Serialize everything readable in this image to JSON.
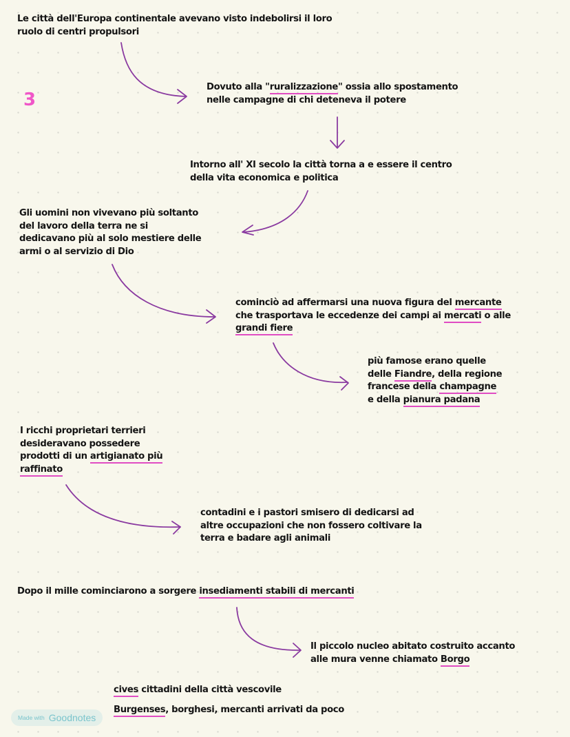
{
  "page": {
    "number": "3",
    "background": "#f8f7ec",
    "accent_underline": "#e04cc3",
    "arrow_color": "#8a3aa0",
    "page_number_color": "#f056c8"
  },
  "notes": {
    "n1": {
      "lines": [
        "Le città dell'Europa continentale avevano visto indebolirsi il loro",
        "ruolo di centri propulsori"
      ]
    },
    "n2": {
      "line1_pre": "Dovuto alla \"",
      "line1_hl": "ruralizzazione",
      "line1_post": "\" ossia allo spostamento",
      "line2": "nelle campagne di chi deteneva il potere"
    },
    "n3": {
      "lines": [
        "Intorno all' XI secolo la città torna a e essere il centro",
        "della vita economica e politica"
      ]
    },
    "n4": {
      "lines": [
        "Gli uomini non vivevano più soltanto",
        "del lavoro della terra ne si",
        "dedicavano più al solo mestiere delle",
        "armi o al servizio di Dio"
      ]
    },
    "n5": {
      "line1_pre": "cominciò ad affermarsi una nuova figura del ",
      "line1_hl": "mercante",
      "line2_pre": "che trasportava le eccedenze dei campi ai ",
      "line2_hl": "mercati",
      "line2_post": " o alle",
      "line3_hl": "grandi fiere"
    },
    "n6": {
      "line1": "più famose erano quelle",
      "line2_pre": "delle ",
      "line2_hl": "Fiandre",
      "line2_post": ", della regione",
      "line3_pre": "francese della ",
      "line3_hl": "champagne",
      "line4_pre": "e della ",
      "line4_hl": "pianura padana"
    },
    "n7": {
      "line1": "I ricchi proprietari terrieri",
      "line2": "desideravano possedere",
      "line3_pre": "prodotti di un ",
      "line3_hl": "artigianato più",
      "line4_hl": "raffinato"
    },
    "n8": {
      "lines": [
        "contadini e i pastori smisero di dedicarsi ad",
        "altre occupazioni che non fossero coltivare la",
        "terra e badare agli animali"
      ]
    },
    "n9": {
      "pre": "Dopo il mille cominciarono a sorgere ",
      "hl": "insediamenti stabili di mercanti"
    },
    "n10": {
      "line1": "Il piccolo nucleo abitato costruito accanto",
      "line2_pre": "alle mura venne chiamato ",
      "line2_hl": "Borgo"
    },
    "n11": {
      "hl": "cives",
      "post": " cittadini della città  vescovile"
    },
    "n12": {
      "hl": "Burgenses",
      "post": ", borghesi, mercanti arrivati da poco"
    }
  },
  "watermark": {
    "prefix": "Made with",
    "brand": "Goodnotes"
  }
}
